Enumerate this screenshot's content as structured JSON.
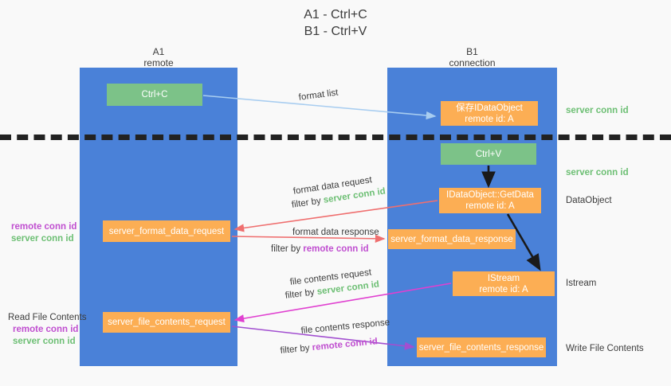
{
  "title": {
    "line1": "A1 - Ctrl+C",
    "line2": "B1 - Ctrl+V"
  },
  "lanes": [
    {
      "id": "a1",
      "name": "A1",
      "role": "remote",
      "color": "#4a81d8"
    },
    {
      "id": "b1",
      "name": "B1",
      "role": "connection",
      "color": "#4a81d8"
    }
  ],
  "colors": {
    "lane_blue": "#4a81d8",
    "box_green": "#7cc288",
    "box_orange": "#fcae54",
    "text_green": "#6dbf74",
    "text_purple": "#c04fd0",
    "arrow_blue": "#a8cdf0",
    "arrow_red": "#ef6f6f",
    "arrow_magenta": "#e040d0",
    "arrow_purple": "#a24fd0",
    "arrow_black": "#1a1a1a",
    "background": "#f9f9f9"
  },
  "boxes": {
    "ctrl_c": {
      "label": "Ctrl+C",
      "style": "green"
    },
    "ctrl_v": {
      "label": "Ctrl+V",
      "style": "green"
    },
    "save_dataobject": {
      "line1": "保存IDataObject",
      "line2": "remote id: A",
      "style": "orange"
    },
    "getdata": {
      "line1": "IDataObject::GetData",
      "line2": "remote id: A",
      "style": "orange"
    },
    "istream": {
      "line1": "IStream",
      "line2": "remote id: A",
      "style": "orange"
    },
    "server_format_data_request": {
      "label": "server_format_data_request",
      "style": "orange"
    },
    "server_format_data_response": {
      "label": "server_format_data_response",
      "style": "orange"
    },
    "server_file_contents_request": {
      "label": "server_file_contents_request",
      "style": "orange"
    },
    "server_file_contents_response": {
      "label": "server_file_contents_response",
      "style": "orange"
    }
  },
  "edge_labels": {
    "format_list": "format list",
    "format_data_request": "format data request",
    "format_data_response": "format data response",
    "file_contents_request": "file contents request",
    "file_contents_response": "file contents response",
    "filter_by": "filter by",
    "server_conn_id": "server conn id",
    "remote_conn_id": "remote conn id"
  },
  "right_labels": {
    "server_conn_id_top": "server conn id",
    "server_conn_id_mid": "server conn id",
    "dataobject": "DataObject",
    "istream": "Istream",
    "write_file_contents": "Write File Contents"
  },
  "left_labels": {
    "remote_conn_id_1": "remote conn id",
    "server_conn_id_1": "server conn id",
    "read_file_contents": "Read File Contents",
    "remote_conn_id_2": "remote conn id",
    "server_conn_id_2": "server conn id"
  }
}
